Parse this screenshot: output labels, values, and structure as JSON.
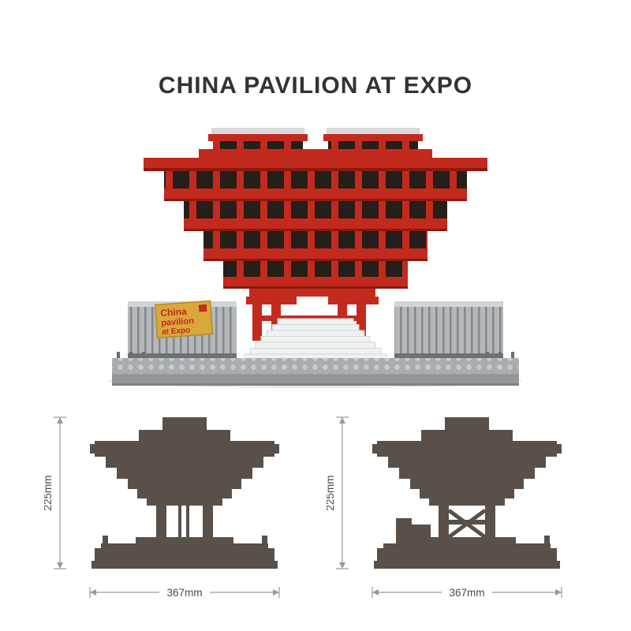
{
  "title": "CHINA PAVILION AT EXPO",
  "photo": {
    "sign": {
      "line1": "China",
      "line2": "pavilion",
      "line3": "at Expo"
    }
  },
  "diagrams": {
    "left": {
      "height_label": "225mm",
      "width_label": "367mm"
    },
    "right": {
      "height_label": "225mm",
      "width_label": "367mm"
    }
  },
  "colors": {
    "brick_red": "#c22a1e",
    "dark_window": "#251e19",
    "silhouette": "#59504a",
    "sign_gold": "#d8a83b",
    "base_gray": "#a9adb0",
    "dimension_line": "#9a9a9a",
    "dimension_text": "#4c4c4c"
  }
}
